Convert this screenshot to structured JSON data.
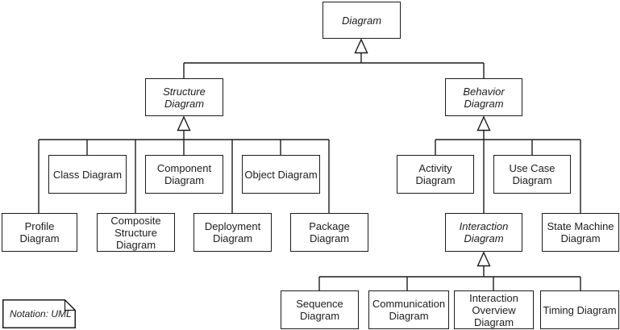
{
  "colors": {
    "line": "#1c1c1c",
    "box_fill": "#ffffff",
    "background": "#ffffff"
  },
  "notation": "UML class-diagram taxonomy",
  "nodes": {
    "diagram": {
      "label": "Diagram",
      "abstract": true
    },
    "structure": {
      "label": "Structure Diagram",
      "abstract": true
    },
    "behavior": {
      "label": "Behavior Diagram",
      "abstract": true
    },
    "class": {
      "label": "Class Diagram",
      "abstract": false
    },
    "component": {
      "label": "Component Diagram",
      "abstract": false
    },
    "object": {
      "label": "Object Diagram",
      "abstract": false
    },
    "profile": {
      "label": "Profile Diagram",
      "abstract": false
    },
    "composite_structure": {
      "label": "Composite Structure Diagram",
      "abstract": false
    },
    "deployment": {
      "label": "Deployment Diagram",
      "abstract": false
    },
    "package": {
      "label": "Package Diagram",
      "abstract": false
    },
    "activity": {
      "label": "Activity Diagram",
      "abstract": false
    },
    "use_case": {
      "label": "Use Case Diagram",
      "abstract": false
    },
    "interaction": {
      "label": "Interaction Diagram",
      "abstract": true
    },
    "state_machine": {
      "label": "State Machine Diagram",
      "abstract": false
    },
    "sequence": {
      "label": "Sequence Diagram",
      "abstract": false
    },
    "communication": {
      "label": "Communication Diagram",
      "abstract": false
    },
    "interaction_overview": {
      "label": "Interaction Overview Diagram",
      "abstract": false
    },
    "timing": {
      "label": "Timing Diagram",
      "abstract": false
    }
  },
  "edges": [
    {
      "from": "structure",
      "to": "diagram",
      "type": "generalization"
    },
    {
      "from": "behavior",
      "to": "diagram",
      "type": "generalization"
    },
    {
      "from": "profile",
      "to": "structure",
      "type": "generalization"
    },
    {
      "from": "class",
      "to": "structure",
      "type": "generalization"
    },
    {
      "from": "composite_structure",
      "to": "structure",
      "type": "generalization"
    },
    {
      "from": "component",
      "to": "structure",
      "type": "generalization"
    },
    {
      "from": "deployment",
      "to": "structure",
      "type": "generalization"
    },
    {
      "from": "object",
      "to": "structure",
      "type": "generalization"
    },
    {
      "from": "package",
      "to": "structure",
      "type": "generalization"
    },
    {
      "from": "activity",
      "to": "behavior",
      "type": "generalization"
    },
    {
      "from": "interaction",
      "to": "behavior",
      "type": "generalization"
    },
    {
      "from": "use_case",
      "to": "behavior",
      "type": "generalization"
    },
    {
      "from": "state_machine",
      "to": "behavior",
      "type": "generalization"
    },
    {
      "from": "sequence",
      "to": "interaction",
      "type": "generalization"
    },
    {
      "from": "communication",
      "to": "interaction",
      "type": "generalization"
    },
    {
      "from": "interaction_overview",
      "to": "interaction",
      "type": "generalization"
    },
    {
      "from": "timing",
      "to": "interaction",
      "type": "generalization"
    }
  ],
  "note": {
    "label": "Notation: UML"
  }
}
